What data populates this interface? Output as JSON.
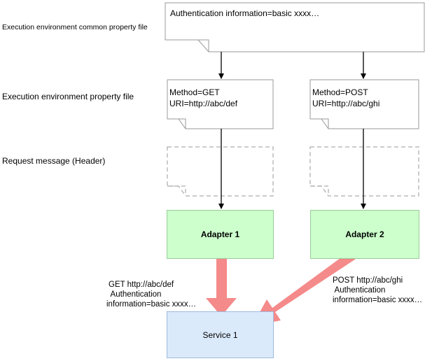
{
  "labels": {
    "common_property_file": "Execution environment common property file",
    "property_file": "Execution environment property file",
    "request_message": "Request message (Header)"
  },
  "common_doc": {
    "text": "Authentication information=basic xxxx…"
  },
  "docs": [
    {
      "line1": "Method=GET",
      "line2": "URI=http://abc/def"
    },
    {
      "line1": "Method=POST",
      "line2": "URI=http://abc/ghi"
    }
  ],
  "adapters": [
    {
      "label": "Adapter 1"
    },
    {
      "label": "Adapter 2"
    }
  ],
  "service": {
    "label": "Service 1"
  },
  "requests": [
    {
      "line1": "GET http://abc/def",
      "line2": " Authentication",
      "line3": "information=basic xxxx…"
    },
    {
      "line1": "POST http://abc/ghi",
      "line2": " Authentication",
      "line3": "information=basic xxxx…"
    }
  ],
  "colors": {
    "adapter_fill": "#ccffcc",
    "service_fill": "#dbeafb",
    "request_arrow": "#f58a8a"
  }
}
